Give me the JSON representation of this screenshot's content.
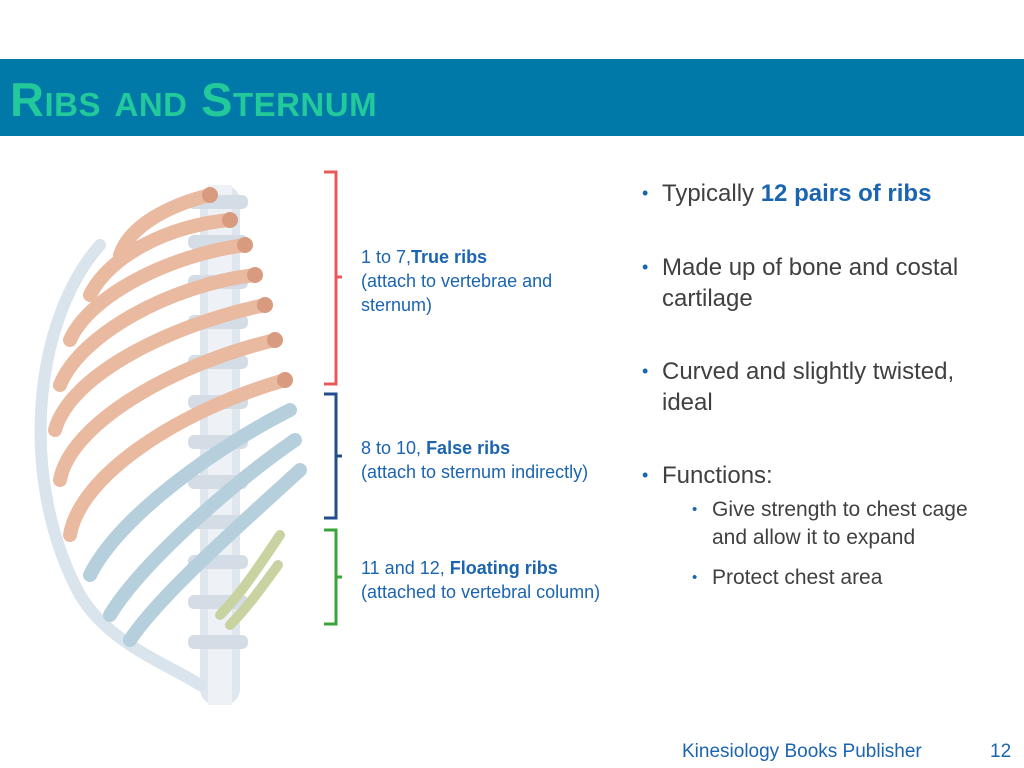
{
  "slide": {
    "title": "Ribs and Sternum"
  },
  "labels": {
    "true_ribs": {
      "prefix": "1 to 7,",
      "bold": "True ribs",
      "desc": "(attach to vertebrae and sternum)"
    },
    "false_ribs": {
      "prefix": "8 to 10, ",
      "bold": "False ribs",
      "desc": "(attach to sternum indirectly)"
    },
    "floating_ribs": {
      "prefix": "11 and 12, ",
      "bold": "Floating ribs",
      "desc": " (attached to vertebral column)"
    }
  },
  "bullets": [
    {
      "pre": "Typically ",
      "bold": "12 pairs of ribs"
    },
    {
      "text": "Made up of bone and costal cartilage"
    },
    {
      "text": "Curved and slightly twisted, ideal"
    },
    {
      "text": "Functions:"
    }
  ],
  "sub_bullets": [
    "Give strength to chest cage and allow it to expand",
    "Protect chest area"
  ],
  "footer": {
    "publisher": "Kinesiology Books Publisher",
    "page_number": "12"
  },
  "colors": {
    "title_bar": "#0078a8",
    "title_text": "#22c99a",
    "accent_text": "#1b64b0",
    "true_brace": "#e85a5a",
    "false_brace": "#1f4e8f",
    "floating_brace": "#3aa43a",
    "true_rib": "#e9b9a0",
    "false_rib": "#b6cfdc",
    "floating_rib": "#c9d3a2"
  }
}
